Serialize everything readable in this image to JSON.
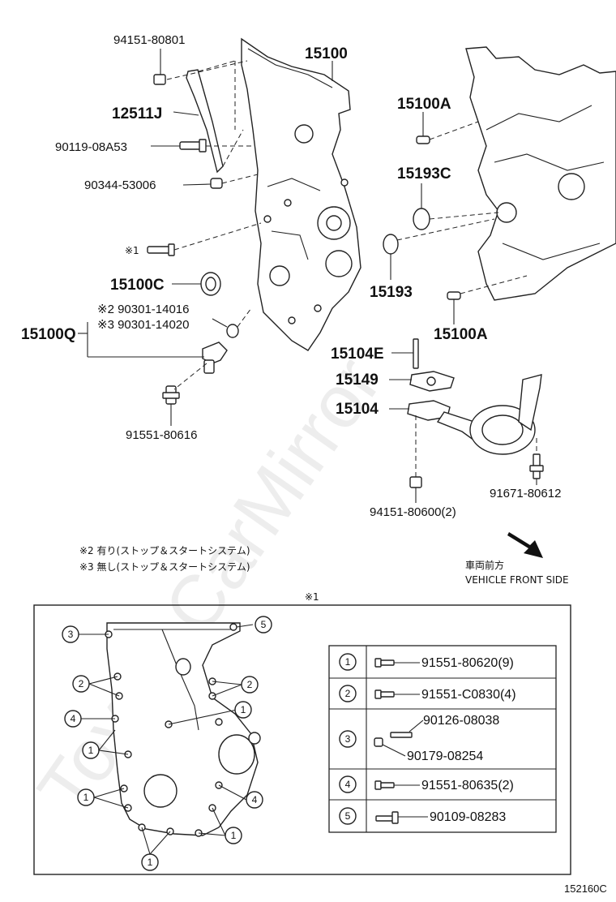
{
  "watermark": "ToyotaCarMirror",
  "parts": {
    "p94151_80801": "94151-80801",
    "p15100": "15100",
    "p12511J": "12511J",
    "p90119_08A53": "90119-08A53",
    "p90344_53006": "90344-53006",
    "p_ref1": "※1",
    "p15100C": "15100C",
    "p90301_14016": "※2 90301-14016",
    "p90301_14020": "※3 90301-14020",
    "p15100Q": "15100Q",
    "p91551_80616": "91551-80616",
    "p15100A_top": "15100A",
    "p15193C": "15193C",
    "p15193": "15193",
    "p15100A_bottom": "15100A",
    "p15104E": "15104E",
    "p15149": "15149",
    "p15104": "15104",
    "p94151_80600": "94151-80600(2)",
    "p91671_80612": "91671-80612"
  },
  "notes": {
    "note2": "※2 有り(ストップ＆スタートシステム)",
    "note3": "※3 無し(ストップ＆スタートシステム)",
    "front_jp": "車両前方",
    "front_en": "VEHICLE FRONT SIDE",
    "inset_title": "※1"
  },
  "inset_table": [
    {
      "num": "1",
      "parts": [
        "91551-80620(9)"
      ]
    },
    {
      "num": "2",
      "parts": [
        "91551-C0830(4)"
      ]
    },
    {
      "num": "3",
      "parts": [
        "90126-08038",
        "90179-08254"
      ]
    },
    {
      "num": "4",
      "parts": [
        "91551-80635(2)"
      ]
    },
    {
      "num": "5",
      "parts": [
        "90109-08283"
      ]
    }
  ],
  "callouts": {
    "c1": "1",
    "c2": "2",
    "c3": "3",
    "c4": "4",
    "c5": "5"
  },
  "figure_code": "152160C"
}
